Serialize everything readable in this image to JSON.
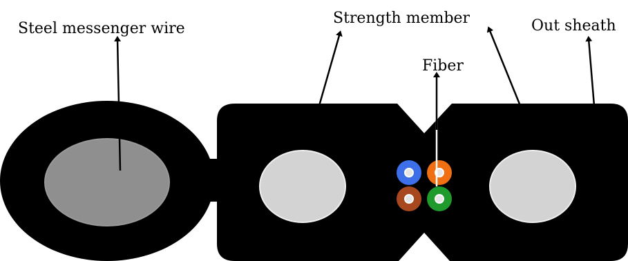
{
  "labels": {
    "steel_messenger_wire": "Steel messenger wire",
    "strength_member": "Strength member",
    "fiber": "Fiber",
    "out_sheath": "Out sheath"
  },
  "colors": {
    "sheath": "#000000",
    "messenger_wire": "#8f8f8f",
    "strength_member": "#d3d3d3",
    "fiber_blue": "#3d6fe8",
    "fiber_orange": "#f06f12",
    "fiber_brown": "#a8481e",
    "fiber_green": "#1f9a2c",
    "fiber_core": "#e6e6e6",
    "arrow": "#000000"
  }
}
